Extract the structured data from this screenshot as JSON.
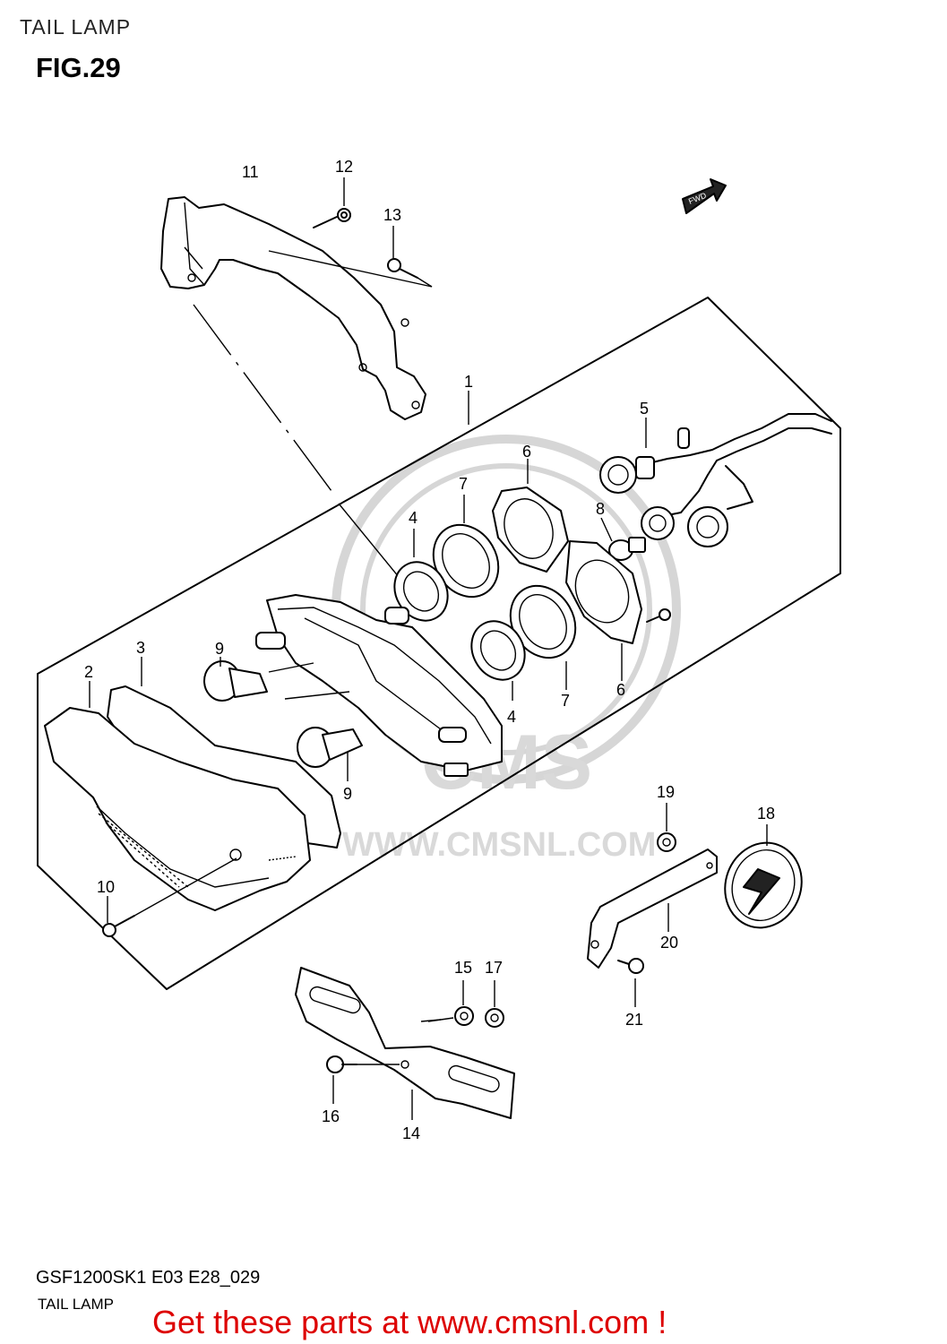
{
  "header": {
    "title": "TAIL LAMP",
    "figure": "FIG.29"
  },
  "footer": {
    "code": "GSF1200SK1  E03 E28_029",
    "title": "TAIL LAMP"
  },
  "promo": "Get these parts at www.cmsnl.com !",
  "watermark": {
    "logo": "CMS",
    "url": "WWW.CMSNL.COM"
  },
  "fwd_label": "FWD",
  "callouts": [
    {
      "id": "c1",
      "label": "1"
    },
    {
      "id": "c2",
      "label": "2"
    },
    {
      "id": "c3",
      "label": "3"
    },
    {
      "id": "c4a",
      "label": "4"
    },
    {
      "id": "c4b",
      "label": "4"
    },
    {
      "id": "c5",
      "label": "5"
    },
    {
      "id": "c6a",
      "label": "6"
    },
    {
      "id": "c6b",
      "label": "6"
    },
    {
      "id": "c7a",
      "label": "7"
    },
    {
      "id": "c7b",
      "label": "7"
    },
    {
      "id": "c8",
      "label": "8"
    },
    {
      "id": "c9a",
      "label": "9"
    },
    {
      "id": "c9b",
      "label": "9"
    },
    {
      "id": "c10",
      "label": "10"
    },
    {
      "id": "c11",
      "label": "11"
    },
    {
      "id": "c12",
      "label": "12"
    },
    {
      "id": "c13",
      "label": "13"
    },
    {
      "id": "c14",
      "label": "14"
    },
    {
      "id": "c15",
      "label": "15"
    },
    {
      "id": "c16",
      "label": "16"
    },
    {
      "id": "c17",
      "label": "17"
    },
    {
      "id": "c18",
      "label": "18"
    },
    {
      "id": "c19",
      "label": "19"
    },
    {
      "id": "c20",
      "label": "20"
    },
    {
      "id": "c21",
      "label": "21"
    }
  ]
}
